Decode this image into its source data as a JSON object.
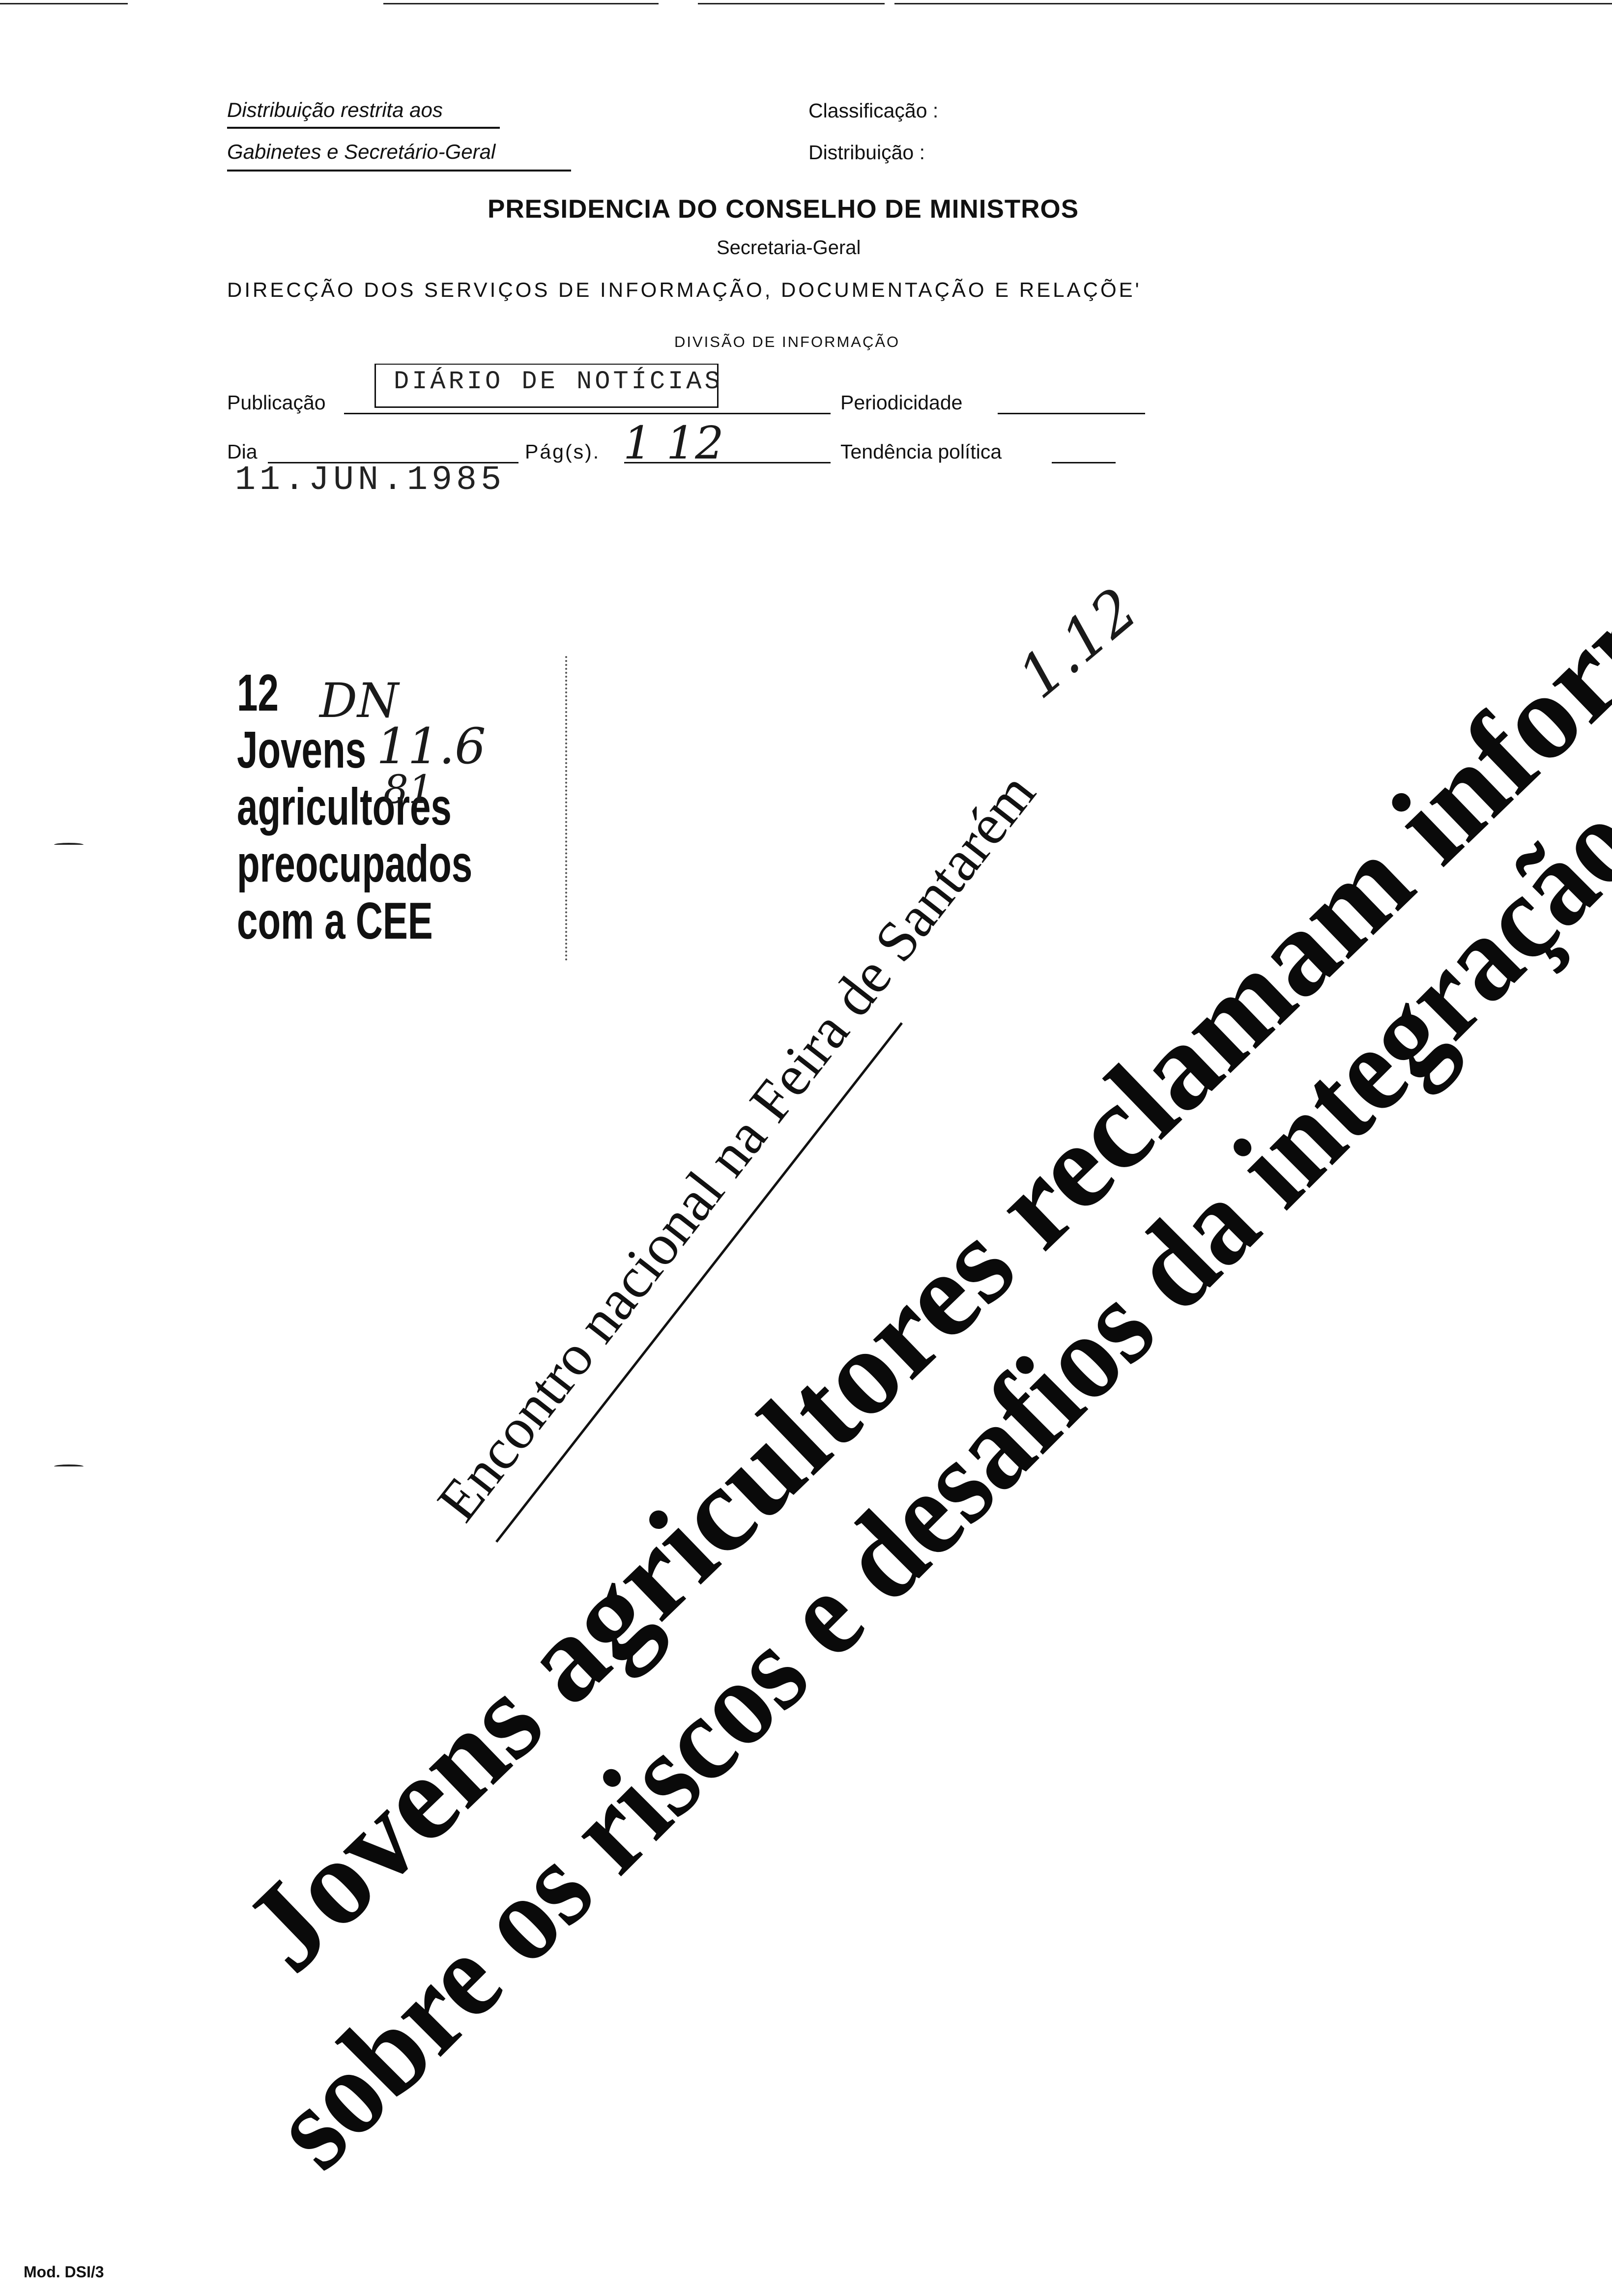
{
  "header": {
    "distribution_line1": "Distribuição restrita aos",
    "distribution_line2": "Gabinetes e Secretário-Geral",
    "classification_label": "Classificação :",
    "distribution_label": "Distribuição :",
    "institution": "PRESIDENCIA DO CONSELHO DE MINISTROS",
    "secretariat": "Secretaria-Geral",
    "department": "DIRECÇÃO DOS SERVIÇOS DE INFORMAÇÃO, DOCUMENTAÇÃO E RELAÇÕE'",
    "division": "DIVISÃO DE INFORMAÇÃO"
  },
  "form": {
    "publication_label": "Publicação",
    "publication_value": "DIÁRIO DE NOTÍCIAS",
    "periodicity_label": "Periodicidade",
    "day_label": "Dia",
    "pages_label": "Pág(s).",
    "pages_value": "1 12",
    "political_tendency_label": "Tendência política",
    "date_stamp": "11.JUN.1985"
  },
  "clipping": {
    "page_number": "12",
    "headline_lines": [
      "Jovens",
      "agricultores",
      "preocupados",
      "com a CEE"
    ],
    "handwritten_note_1": "DN",
    "handwritten_note_2": "11.6",
    "handwritten_note_3": "81"
  },
  "article": {
    "kicker": "Encontro nacional na Feira de Santarém",
    "headline_line1": "Jovens agricultores reclamam informação",
    "headline_line2": "sobre os riscos e desafios da integração na CEE",
    "handwritten_ref": "1.12"
  },
  "footer": {
    "form_code": "Mod. DSI/3"
  }
}
